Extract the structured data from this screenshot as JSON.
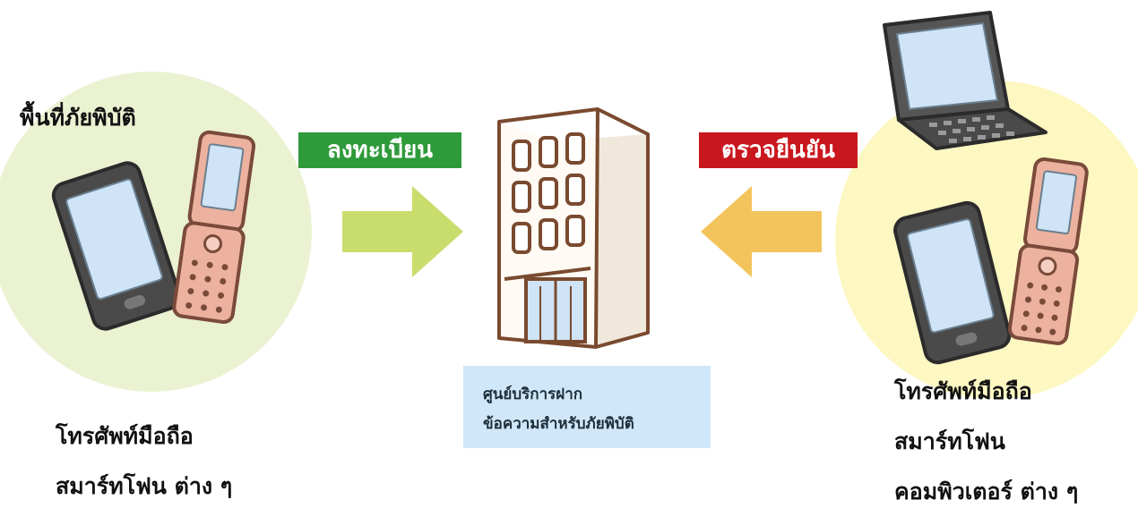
{
  "diagram": {
    "left_group": {
      "area_label": "พื้นที่ภัยพิบัติ",
      "devices": [
        "โทรศัพท์มือถือ",
        "สมาร์ทโฟน ต่าง ๆ"
      ]
    },
    "register_label": "ลงทะเบียน",
    "center": {
      "lines": [
        "ศูนย์บริการฝาก",
        "ข้อความสำหรับภัยพิบัติ"
      ]
    },
    "confirm_label": "ตรวจยืนยัน",
    "right_group": {
      "devices": [
        "โทรศัพท์มือถือ",
        "สมาร์ทโฟน",
        "คอมพิวเตอร์ ต่าง ๆ"
      ]
    },
    "colors": {
      "register_badge": "#2f9a3a",
      "confirm_badge": "#c9171e",
      "left_arrow": "#c9dd6c",
      "right_arrow": "#f3c45c",
      "left_circle": "#eaf2d2",
      "right_circle": "#fdf7c2",
      "center_box": "#cfe7f8"
    },
    "icons": [
      "smartphone-icon",
      "flip-phone-icon",
      "building-icon",
      "laptop-icon"
    ]
  }
}
